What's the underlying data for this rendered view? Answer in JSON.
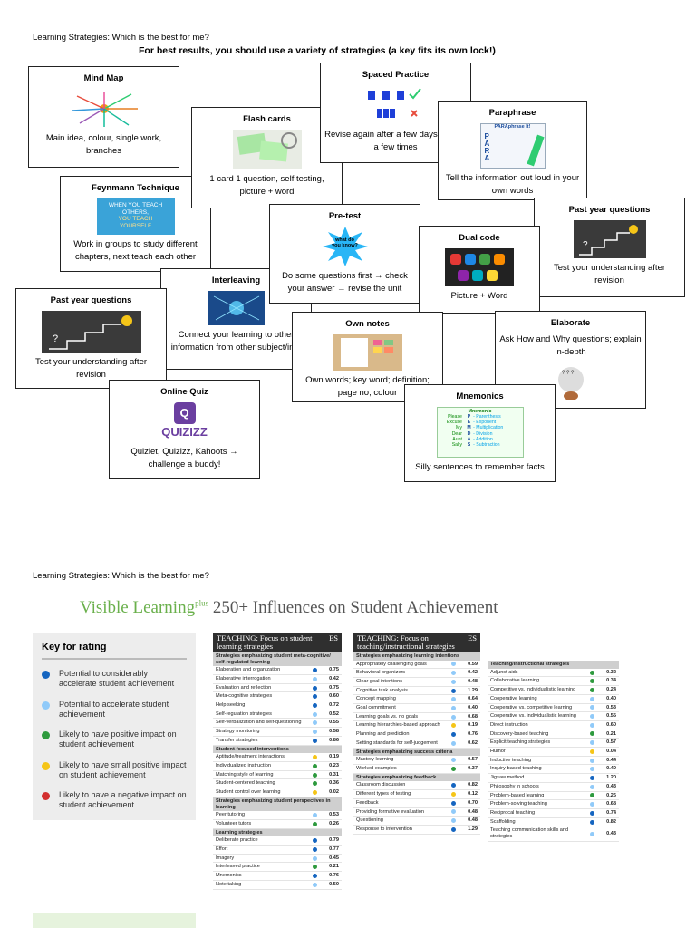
{
  "header": {
    "title": "Learning Strategies: Which is the best for me?",
    "subtitle": "For best results, you should use a variety of strategies (a key fits its own lock!)",
    "title2": "Learning Strategies: Which is the best for me?"
  },
  "colors": {
    "dark_blue": "#1565c0",
    "light_blue": "#90caf9",
    "green": "#2e9a3e",
    "yellow": "#f5c518",
    "red": "#d32f2f"
  },
  "cards": {
    "mind_map": {
      "title": "Mind Map",
      "desc": "Main idea, colour, single work, branches"
    },
    "spaced": {
      "title": "Spaced Practice",
      "desc": "Revise again after a few days, repeat a few times"
    },
    "flash": {
      "title": "Flash cards",
      "desc": "1 card 1 question, self testing, picture + word"
    },
    "paraphrase": {
      "title": "Paraphrase",
      "desc": "Tell the information out loud in your own words",
      "img_text": "PARAphrase It!"
    },
    "feynmann": {
      "title": "Feynmann Technique",
      "desc": "Work in groups to study different chapters, next teach each other",
      "img_l1": "WHEN YOU TEACH",
      "img_l2": "OTHERS,",
      "img_l3": "YOU TEACH",
      "img_l4": "YOURSELF"
    },
    "pretest": {
      "title": "Pre-test",
      "desc": "Do some questions first → check your answer → revise the unit",
      "img_text": "what do you know?"
    },
    "dual": {
      "title": "Dual code",
      "desc": "Picture + Word"
    },
    "pyq_right": {
      "title": "Past year questions",
      "desc": "Test your understanding after revision"
    },
    "interleaving": {
      "title": "Interleaving",
      "desc": "Connect your learning to other information from other subject/info"
    },
    "pyq_left": {
      "title": "Past year questions",
      "desc": "Test your understanding after revision"
    },
    "own_notes": {
      "title": "Own notes",
      "desc": "Own words; key word; definition; page no; colour"
    },
    "elaborate": {
      "title": "Elaborate",
      "desc": "Ask How and Why questions; explain in-depth"
    },
    "quiz": {
      "title": "Online Quiz",
      "desc": "Quizlet, Quizizz, Kahoots → challenge a buddy!",
      "logo": "QUIZIZZ"
    },
    "mnemonics": {
      "title": "Mnemonics",
      "desc": "Silly sentences to remember facts",
      "img_title": "Mnemonic",
      "words": [
        "Please",
        "Excuse",
        "My",
        "Dear",
        "Aunt",
        "Sally"
      ],
      "letters": [
        "P",
        "E",
        "M",
        "D",
        "A",
        "S"
      ],
      "meanings": [
        "- Parenthesis",
        "- Exponent",
        "- Multiplication",
        "- Division",
        "- Addition",
        "- Subtraction"
      ]
    }
  },
  "visible_learning": {
    "brand": "Visible Learning",
    "sup": "plus",
    "rest": " 250+ Influences on Student Achievement"
  },
  "key": {
    "title": "Key for rating",
    "items": [
      {
        "label": "Potential to considerably accelerate student achievement",
        "color": "#1565c0"
      },
      {
        "label": "Potential to accelerate student achievement",
        "color": "#90caf9"
      },
      {
        "label": "Likely to have positive impact on student achievement",
        "color": "#2e9a3e"
      },
      {
        "label": "Likely to have small positive impact on student achievement",
        "color": "#f5c518"
      },
      {
        "label": "Likely to have a negative impact on student achievement",
        "color": "#d32f2f"
      }
    ]
  },
  "table1": {
    "header": "TEACHING: Focus on student learning strategies",
    "es": "ES",
    "sections": [
      {
        "title": "Strategies emphasizing student meta-cognitive/ self-regulated learning",
        "rows": [
          [
            "Elaboration and organization",
            "#1565c0",
            "0.75"
          ],
          [
            "Elaborative interrogation",
            "#90caf9",
            "0.42"
          ],
          [
            "Evaluation and reflection",
            "#1565c0",
            "0.75"
          ],
          [
            "Meta-cognitive strategies",
            "#1565c0",
            "0.60"
          ],
          [
            "Help seeking",
            "#1565c0",
            "0.72"
          ],
          [
            "Self-regulation strategies",
            "#90caf9",
            "0.52"
          ],
          [
            "Self-verbalization and self-questioning",
            "#90caf9",
            "0.55"
          ],
          [
            "Strategy monitoring",
            "#90caf9",
            "0.58"
          ],
          [
            "Transfer strategies",
            "#1565c0",
            "0.86"
          ]
        ]
      },
      {
        "title": "Student-focused interventions",
        "rows": [
          [
            "Aptitude/treatment interactions",
            "#f5c518",
            "0.19"
          ],
          [
            "Individualized instruction",
            "#2e9a3e",
            "0.23"
          ],
          [
            "Matching style of learning",
            "#2e9a3e",
            "0.31"
          ],
          [
            "Student-centered teaching",
            "#2e9a3e",
            "0.36"
          ],
          [
            "Student control over learning",
            "#f5c518",
            "0.02"
          ]
        ]
      },
      {
        "title": "Strategies emphasizing student perspectives in learning",
        "rows": [
          [
            "Peer tutoring",
            "#90caf9",
            "0.53"
          ],
          [
            "Volunteer tutors",
            "#2e9a3e",
            "0.26"
          ]
        ]
      },
      {
        "title": "Learning strategies",
        "rows": [
          [
            "Deliberate practice",
            "#1565c0",
            "0.79"
          ],
          [
            "Effort",
            "#1565c0",
            "0.77"
          ],
          [
            "Imagery",
            "#90caf9",
            "0.45"
          ],
          [
            "Interleaved practice",
            "#2e9a3e",
            "0.21"
          ],
          [
            "Mnemonics",
            "#1565c0",
            "0.76"
          ],
          [
            "Note taking",
            "#90caf9",
            "0.50"
          ]
        ]
      }
    ]
  },
  "table2": {
    "header": "TEACHING: Focus on teaching/instructional strategies",
    "es": "ES",
    "sections": [
      {
        "title": "Strategies emphasizing learning intentions",
        "rows": [
          [
            "Appropriately challenging goals",
            "#90caf9",
            "0.59"
          ],
          [
            "Behavioral organizers",
            "#90caf9",
            "0.42"
          ],
          [
            "Clear goal intentions",
            "#90caf9",
            "0.48"
          ],
          [
            "Cognitive task analysis",
            "#1565c0",
            "1.29"
          ],
          [
            "Concept mapping",
            "#90caf9",
            "0.64"
          ],
          [
            "Goal commitment",
            "#90caf9",
            "0.40"
          ],
          [
            "Learning goals vs. no goals",
            "#90caf9",
            "0.68"
          ],
          [
            "Learning hierarchies-based approach",
            "#f5c518",
            "0.19"
          ],
          [
            "Planning and prediction",
            "#1565c0",
            "0.76"
          ],
          [
            "Setting standards for self-judgement",
            "#90caf9",
            "0.62"
          ]
        ]
      },
      {
        "title": "Strategies emphasizing success criteria",
        "rows": [
          [
            "Mastery learning",
            "#90caf9",
            "0.57"
          ],
          [
            "Worked examples",
            "#2e9a3e",
            "0.37"
          ]
        ]
      },
      {
        "title": "Strategies emphasizing feedback",
        "rows": [
          [
            "Classroom discussion",
            "#1565c0",
            "0.82"
          ],
          [
            "Different types of testing",
            "#f5c518",
            "0.12"
          ],
          [
            "Feedback",
            "#1565c0",
            "0.70"
          ],
          [
            "Providing formative evaluation",
            "#90caf9",
            "0.48"
          ],
          [
            "Questioning",
            "#90caf9",
            "0.48"
          ],
          [
            "Response to intervention",
            "#1565c0",
            "1.29"
          ]
        ]
      }
    ]
  },
  "table3": {
    "sections": [
      {
        "title": "Teaching/instructional strategies",
        "rows": [
          [
            "Adjunct aids",
            "#2e9a3e",
            "0.32"
          ],
          [
            "Collaborative learning",
            "#2e9a3e",
            "0.34"
          ],
          [
            "Competitive vs. individualistic learning",
            "#2e9a3e",
            "0.24"
          ],
          [
            "Cooperative learning",
            "#90caf9",
            "0.40"
          ],
          [
            "Cooperative vs. competitive learning",
            "#90caf9",
            "0.53"
          ],
          [
            "Cooperative vs. individualistic learning",
            "#90caf9",
            "0.55"
          ],
          [
            "Direct instruction",
            "#90caf9",
            "0.60"
          ],
          [
            "Discovery-based teaching",
            "#2e9a3e",
            "0.21"
          ],
          [
            "Explicit teaching strategies",
            "#90caf9",
            "0.57"
          ],
          [
            "Humor",
            "#f5c518",
            "0.04"
          ],
          [
            "Inductive teaching",
            "#90caf9",
            "0.44"
          ],
          [
            "Inquiry-based teaching",
            "#90caf9",
            "0.40"
          ],
          [
            "Jigsaw method",
            "#1565c0",
            "1.20"
          ],
          [
            "Philosophy in schools",
            "#90caf9",
            "0.43"
          ],
          [
            "Problem-based learning",
            "#2e9a3e",
            "0.26"
          ],
          [
            "Problem-solving teaching",
            "#90caf9",
            "0.68"
          ],
          [
            "Reciprocal teaching",
            "#1565c0",
            "0.74"
          ],
          [
            "Scaffolding",
            "#1565c0",
            "0.82"
          ],
          [
            "Teaching communication skills and strategies",
            "#90caf9",
            "0.43"
          ]
        ]
      }
    ]
  }
}
